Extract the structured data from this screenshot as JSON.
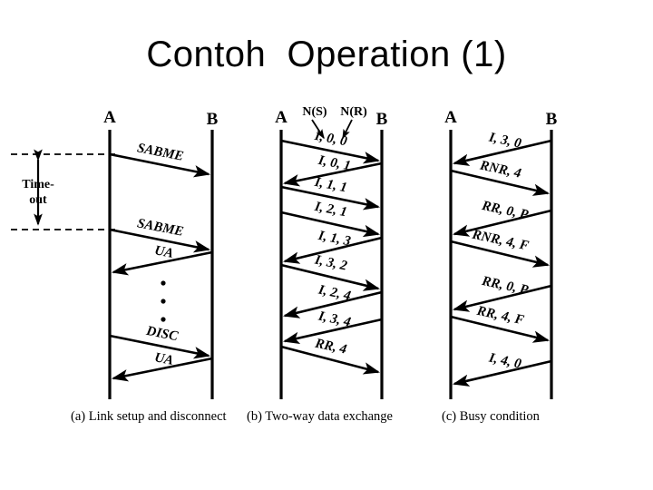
{
  "slide": {
    "title": "Contoh  Operation (1)"
  },
  "diagrams": [
    {
      "id": "a",
      "caption": "(a) Link setup and disconnect",
      "left_node": "A",
      "right_node": "B",
      "annotations": {
        "timeout_line1": "Time-",
        "timeout_line2": "out"
      },
      "messages": [
        {
          "label": "SABME",
          "direction": "right"
        },
        {
          "label": "SABME",
          "direction": "right"
        },
        {
          "label": "UA",
          "direction": "left"
        },
        {
          "label": "DISC",
          "direction": "right"
        },
        {
          "label": "UA",
          "direction": "left"
        }
      ],
      "ellipsis_dots": 3
    },
    {
      "id": "b",
      "caption": "(b) Two-way data exchange",
      "left_node": "A",
      "right_node": "B",
      "annotations": {
        "ns_label": "N(S)",
        "nr_label": "N(R)"
      },
      "messages": [
        {
          "label": "I, 0, 0",
          "direction": "right"
        },
        {
          "label": "I, 0, 1",
          "direction": "left"
        },
        {
          "label": "I, 1, 1",
          "direction": "right"
        },
        {
          "label": "I, 2, 1",
          "direction": "right"
        },
        {
          "label": "I, 1, 3",
          "direction": "left"
        },
        {
          "label": "I, 3, 2",
          "direction": "right"
        },
        {
          "label": "I, 2, 4",
          "direction": "left"
        },
        {
          "label": "I, 3, 4",
          "direction": "left"
        },
        {
          "label": "RR, 4",
          "direction": "right"
        }
      ]
    },
    {
      "id": "c",
      "caption": "(c) Busy condition",
      "left_node": "A",
      "right_node": "B",
      "messages": [
        {
          "label": "I, 3, 0",
          "direction": "left"
        },
        {
          "label": "RNR, 4",
          "direction": "right"
        },
        {
          "label": "RR, 0, P",
          "direction": "left"
        },
        {
          "label": "RNR, 4, F",
          "direction": "right"
        },
        {
          "label": "RR, 0, P",
          "direction": "left"
        },
        {
          "label": "RR, 4, F",
          "direction": "right"
        },
        {
          "label": "I, 4, 0",
          "direction": "left"
        }
      ]
    }
  ],
  "colors": {
    "background": "#ffffff",
    "ink": "#000000"
  }
}
